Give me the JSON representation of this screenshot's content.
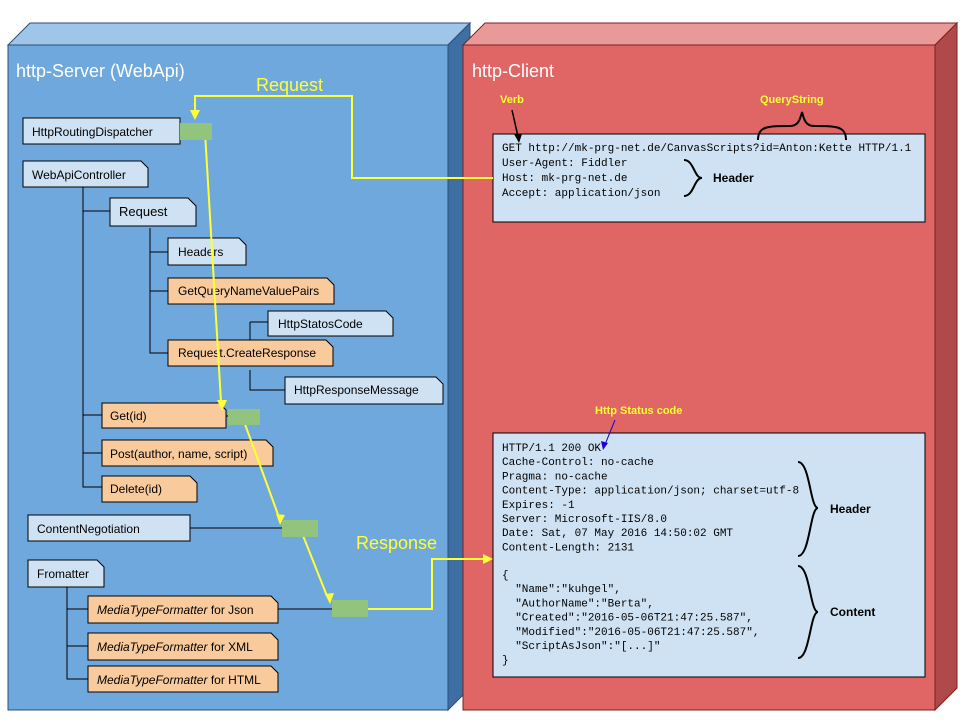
{
  "server": {
    "title": "http-Server (WebApi)",
    "routing_dispatcher": "HttpRoutingDispatcher",
    "controller": "WebApiController",
    "request": "Request",
    "headers": "Headers",
    "get_query_pairs": "GetQueryNameValuePairs",
    "status_code": "HttpStatosCode",
    "create_response": "Request.CreateResponse",
    "response_message": "HttpResponseMessage",
    "get": "Get(id)",
    "post": "Post(author, name, script)",
    "delete": "Delete(id)",
    "content_negotiation": "ContentNegotiation",
    "formatter": "Fromatter",
    "formatters": [
      {
        "italic": "MediaTypeFormatter",
        "rest": " for Json"
      },
      {
        "italic": "MediaTypeFormatter",
        "rest": " for XML"
      },
      {
        "italic": "MediaTypeFormatter",
        "rest": " for HTML"
      }
    ]
  },
  "client": {
    "title": "http-Client",
    "verb_label": "Verb",
    "querystring_label": "QueryString",
    "status_code_label": "Http Status code",
    "request_lines": [
      "GET http://mk-prg-net.de/CanvasScripts?id=Anton:Kette HTTP/1.1",
      "User-Agent: Fiddler",
      "Host: mk-prg-net.de",
      "Accept: application/json"
    ],
    "request_header_label": "Header",
    "response_header_lines": [
      "HTTP/1.1 200 OK",
      "Cache-Control: no-cache",
      "Pragma: no-cache",
      "Content-Type: application/json; charset=utf-8",
      "Expires: -1",
      "Server: Microsoft-IIS/8.0",
      "Date: Sat, 07 May 2016 14:50:02 GMT",
      "Content-Length: 2131"
    ],
    "response_content_lines": [
      "{",
      "  \"Name\":\"kuhgel\",",
      "  \"AuthorName\":\"Berta\",",
      "  \"Created\":\"2016-05-06T21:47:25.587\",",
      "  \"Modified\":\"2016-05-06T21:47:25.587\",",
      "  \"ScriptAsJson\":\"[...]\"",
      "}"
    ],
    "response_header_label": "Header",
    "response_content_label": "Content"
  },
  "flow": {
    "request_label": "Request",
    "response_label": "Response"
  },
  "colors": {
    "server_panel": "#6fa8dc",
    "client_panel": "#e06666",
    "node_fill": "#cfe2f3",
    "method_fill": "#f9cb9c",
    "flow_line": "#ffff33",
    "junction": "#93c47d"
  }
}
